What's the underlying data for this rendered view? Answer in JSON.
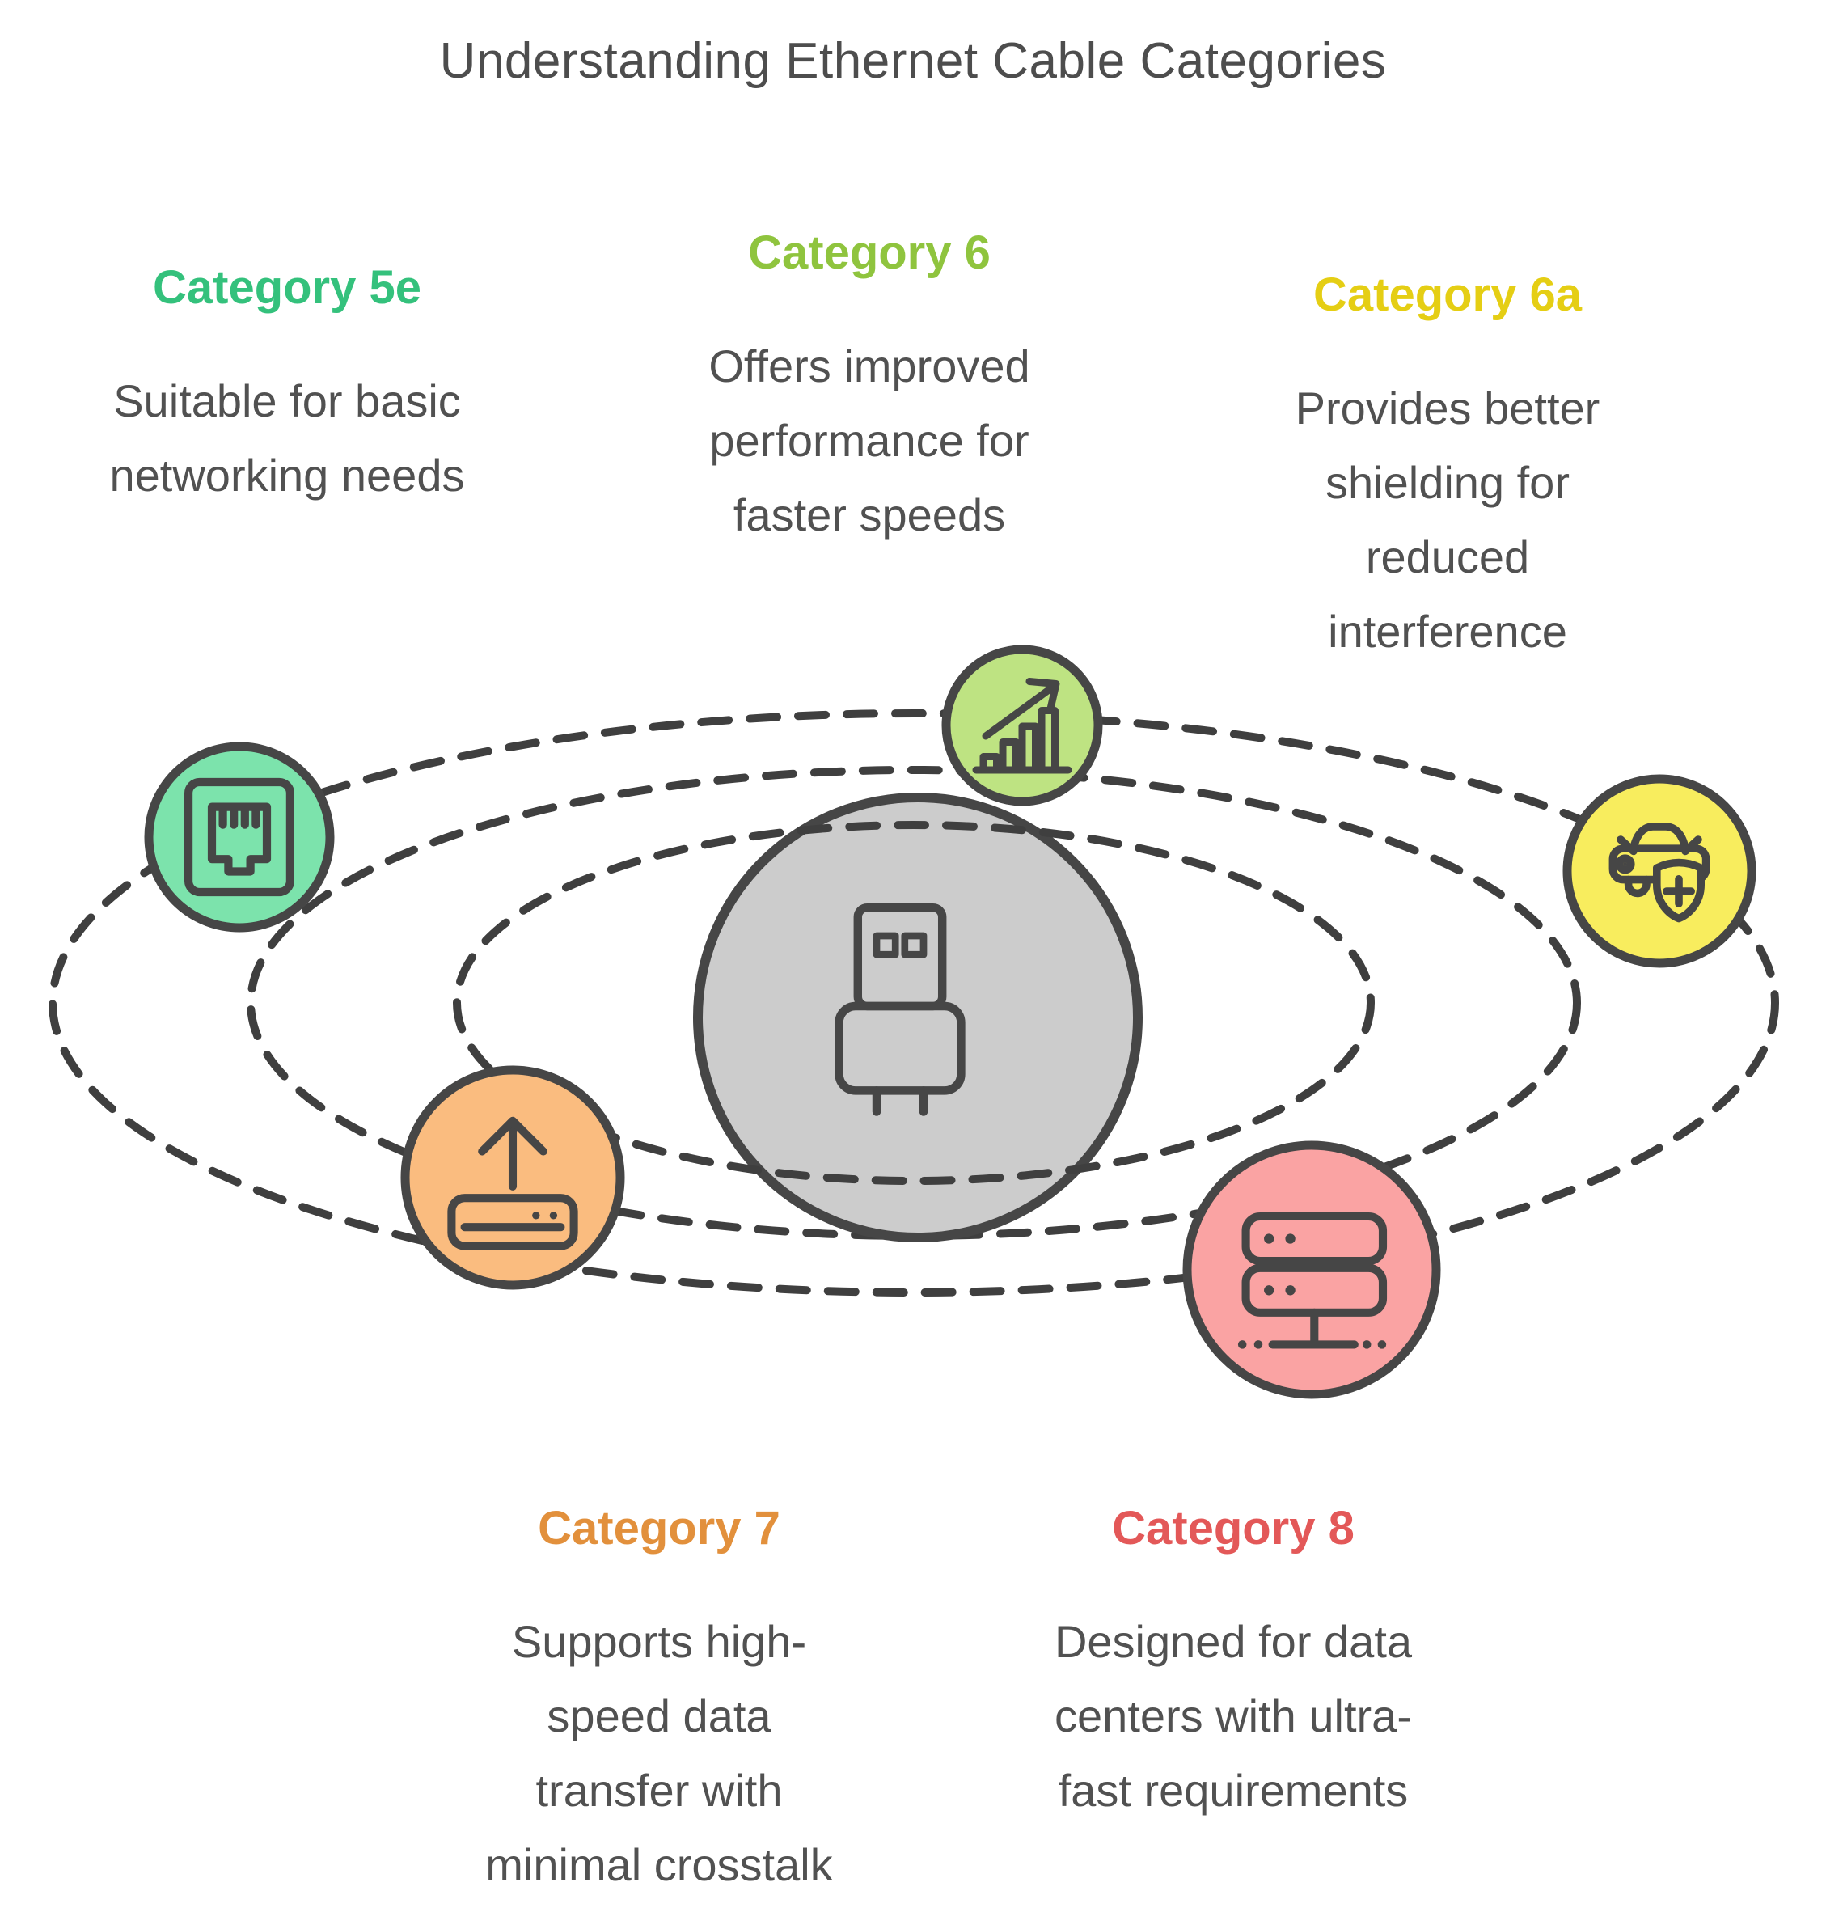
{
  "title": "Understanding Ethernet Cable Categories",
  "colors": {
    "title": "#4d4d4d",
    "body_text": "#515151",
    "outline": "#464646",
    "orbit": "#3f3f3f",
    "center_node_fill": "#cccccc"
  },
  "center_node": {
    "icon": "usb-plug-icon"
  },
  "categories": [
    {
      "id": "5e",
      "label": "Category 5e",
      "accent": "#34c17c",
      "node_fill": "#7ce3ac",
      "icon": "ethernet-port-icon",
      "description": "Suitable for basic\nnetworking needs"
    },
    {
      "id": "6",
      "label": "Category 6",
      "accent": "#8fc43e",
      "node_fill": "#bee382",
      "icon": "growth-chart-icon",
      "description": "Offers improved\nperformance for\nfaster speeds"
    },
    {
      "id": "6a",
      "label": "Category 6a",
      "accent": "#e5ce14",
      "node_fill": "#f8ed5e",
      "icon": "car-shield-icon",
      "description": "Provides better\nshielding for\nreduced\ninterference"
    },
    {
      "id": "7",
      "label": "Category 7",
      "accent": "#e2903c",
      "node_fill": "#fabc7f",
      "icon": "upload-drive-icon",
      "description": "Supports high-\nspeed data\ntransfer with\nminimal crosstalk"
    },
    {
      "id": "8",
      "label": "Category 8",
      "accent": "#e35858",
      "node_fill": "#faa3a3",
      "icon": "server-stack-icon",
      "description": "Designed for data\ncenters with ultra-\nfast requirements"
    }
  ]
}
